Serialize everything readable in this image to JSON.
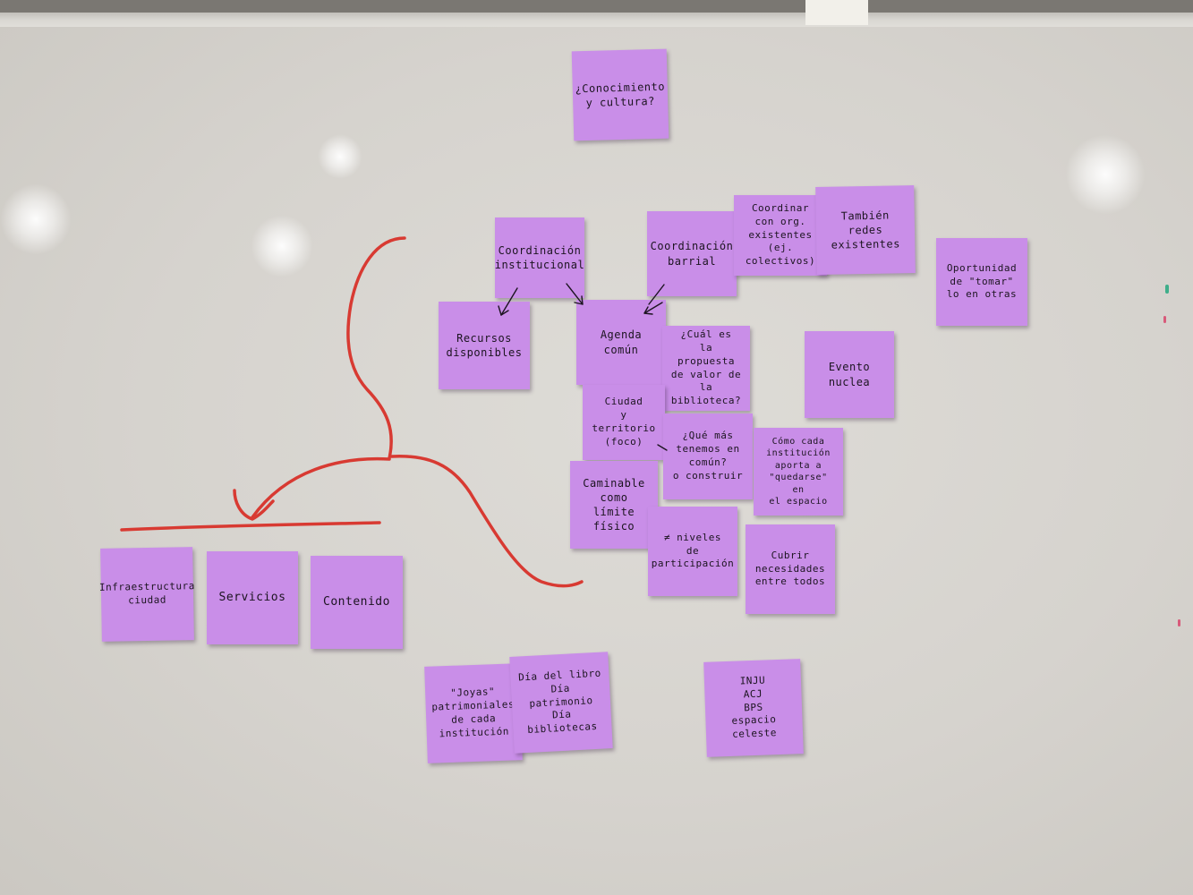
{
  "colors": {
    "board": "#d6d3ce",
    "note": "#c98ee8",
    "marker": "#d83a32",
    "ink": "#1c1420"
  },
  "notes": {
    "conocimiento": "¿Conocimiento\ny cultura?",
    "coord_institucional": "Coordinación\ninstitucional",
    "coord_barrial": "Coordinación\nbarrial",
    "coordinar_org": "Coordinar\ncon org.\nexistentes\n(ej. colectivos)",
    "tambien_redes": "También\nredes\nexistentes",
    "oportunidad": "Oportunidad\nde \"tomar\"\nlo en otras",
    "recursos": "Recursos\ndisponibles",
    "agenda": "Agenda\ncomún",
    "propuesta_valor": "¿Cuál es\nla propuesta\nde valor de\nla biblioteca?",
    "evento": "Evento\nnuclea",
    "ciudad_territorio": "Ciudad\ny\nterritorio\n(foco)",
    "que_mas": "¿Qué más\ntenemos en\ncomún?\no construir",
    "como_cada": "Cómo cada\ninstitución\naporta a\n\"quedarse\" en\nel espacio",
    "caminable": "Caminable\ncomo límite\nfísico",
    "niveles": "≠ niveles\nde participación",
    "cubrir": "Cubrir\nnecesidades\nentre todos",
    "infraestructura": "Infraestructura\nciudad",
    "servicios": "Servicios",
    "contenido": "Contenido",
    "joyas": "\"Joyas\"\npatrimoniales\nde cada\ninstitución",
    "dia_libro": "Día del libro\nDía patrimonio\nDía bibliotecas",
    "inju": "INJU\nACJ\nBPS\nespacio celeste"
  }
}
